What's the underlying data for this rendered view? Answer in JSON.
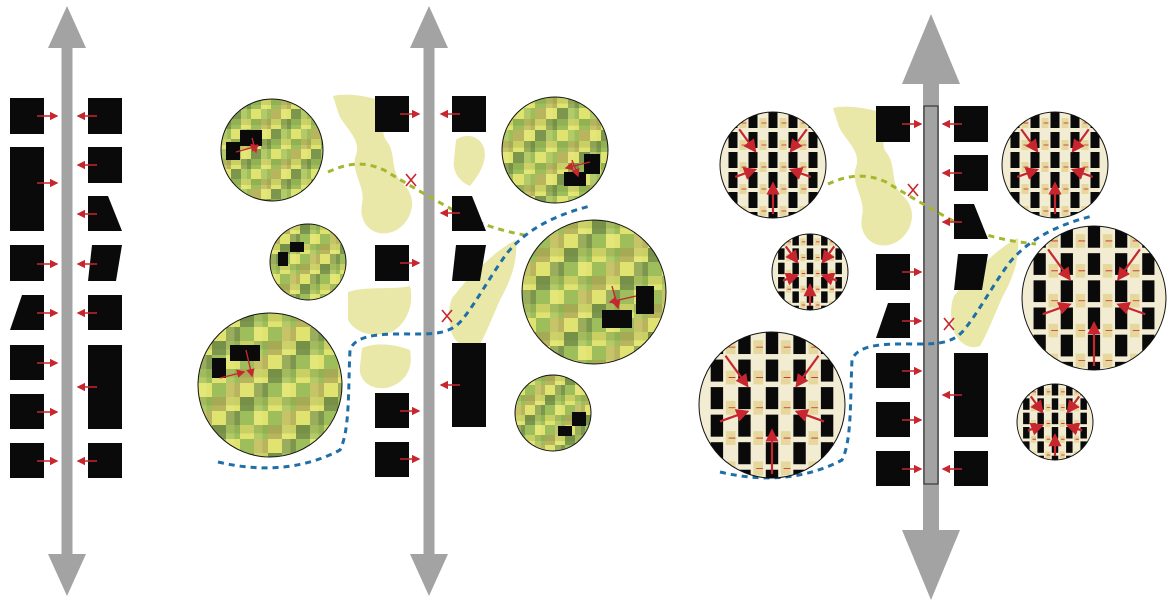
{
  "panels": [
    {
      "id": "panel-1",
      "description_visible": false
    },
    {
      "id": "panel-2",
      "description_visible": false
    },
    {
      "id": "panel-3",
      "description_visible": false
    }
  ],
  "colors": {
    "axis": "#a3a3a3",
    "building": "#0a0a0a",
    "arrow": "#c8262e",
    "cross": "#c8262e",
    "open_space": "#e9e8a8",
    "green_route": "#a4b72e",
    "blue_route": "#1e6ea8",
    "tile_green": "#94b74a",
    "tile_olive": "#b0ad4c",
    "tile_yellow": "#dde061",
    "tile_dark": "#6e8c3a",
    "detail_bg": "#f2ecd2",
    "detail_accent": "#e6d79d"
  },
  "icons": [
    "double-arrow-icon",
    "push-arrow-icon",
    "cross-icon"
  ]
}
